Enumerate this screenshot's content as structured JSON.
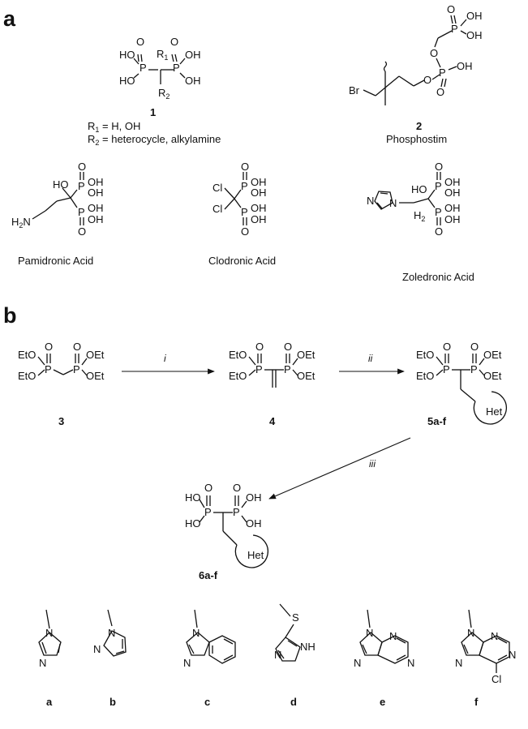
{
  "panels": {
    "a": "a",
    "b": "b"
  },
  "atoms": {
    "P": "P",
    "O": "O",
    "OH": "OH",
    "HO": "HO",
    "EtO": "EtO",
    "OEt": "OEt",
    "R1": "R",
    "R1_sub": "1",
    "R2": "R",
    "R2_sub": "2",
    "Br": "Br",
    "Cl": "Cl",
    "N": "N",
    "NH": "NH",
    "S": "S",
    "H2N": "H",
    "H2N_sub": "2",
    "H2N_N": "N",
    "H2": "H",
    "H2_sub": "2",
    "Het": "Het"
  },
  "compound1": {
    "number": "1",
    "line1": {
      "r": "R",
      "sub": "1",
      "text": " = H, OH"
    },
    "line2": {
      "r": "R",
      "sub": "2",
      "text": " = heterocycle, alkylamine"
    }
  },
  "compound2": {
    "number": "2",
    "name": "Phosphostim"
  },
  "drugs": {
    "pamidronic": "Pamidronic Acid",
    "clodronic": "Clodronic Acid",
    "zoledronic": "Zoledronic Acid"
  },
  "scheme": {
    "numbers": {
      "c3": "3",
      "c4": "4",
      "c5": "5a-f",
      "c6": "6a-f"
    },
    "conditions": {
      "step1": "i",
      "step2": "ii",
      "step3": "iii"
    }
  },
  "heterocycles": [
    "a",
    "b",
    "c",
    "d",
    "e",
    "f"
  ]
}
